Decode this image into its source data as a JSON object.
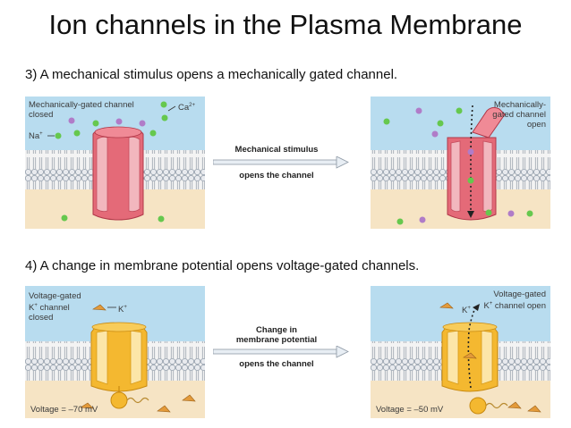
{
  "title": "Ion channels in the Plasma Membrane",
  "section_mechanical": {
    "heading": "3) A mechanical stimulus opens a mechanically gated channel.",
    "left_label_line1": "Mechanically-gated channel",
    "left_label_line2": "closed",
    "ion_ca": "Ca",
    "ion_ca_charge": "2+",
    "ion_na": "Na",
    "ion_na_charge": "+",
    "arrow_top": "Mechanical stimulus",
    "arrow_bottom": "opens the channel",
    "right_label_line1": "Mechanically-",
    "right_label_line2": "gated channel",
    "right_label_line3": "open"
  },
  "section_voltage": {
    "heading": "4) A change in membrane potential opens voltage-gated channels.",
    "left_label_line1": "Voltage-gated",
    "left_label_line2": "K",
    "left_label_line2_charge": "+",
    "left_label_line2_rest": " channel",
    "left_label_line3": "closed",
    "ion_k": "K",
    "ion_k_charge": "+",
    "arrow_top_line1": "Change in",
    "arrow_top_line2": "membrane potential",
    "arrow_bottom": "opens the channel",
    "right_label_line1": "Voltage-gated",
    "right_label_line2_prefix": "K",
    "right_label_line2_charge": "+",
    "right_label_line2_rest": " channel open",
    "left_voltage": "Voltage = –70 mV",
    "right_voltage": "Voltage = –50 mV"
  },
  "colors": {
    "extracellular": "#b8dcef",
    "cytoplasm": "#f6e4c4",
    "mech_channel": "#e46a78",
    "volt_channel": "#f4b830",
    "ion_green": "#66c84e",
    "ion_purple": "#b07cc8"
  }
}
